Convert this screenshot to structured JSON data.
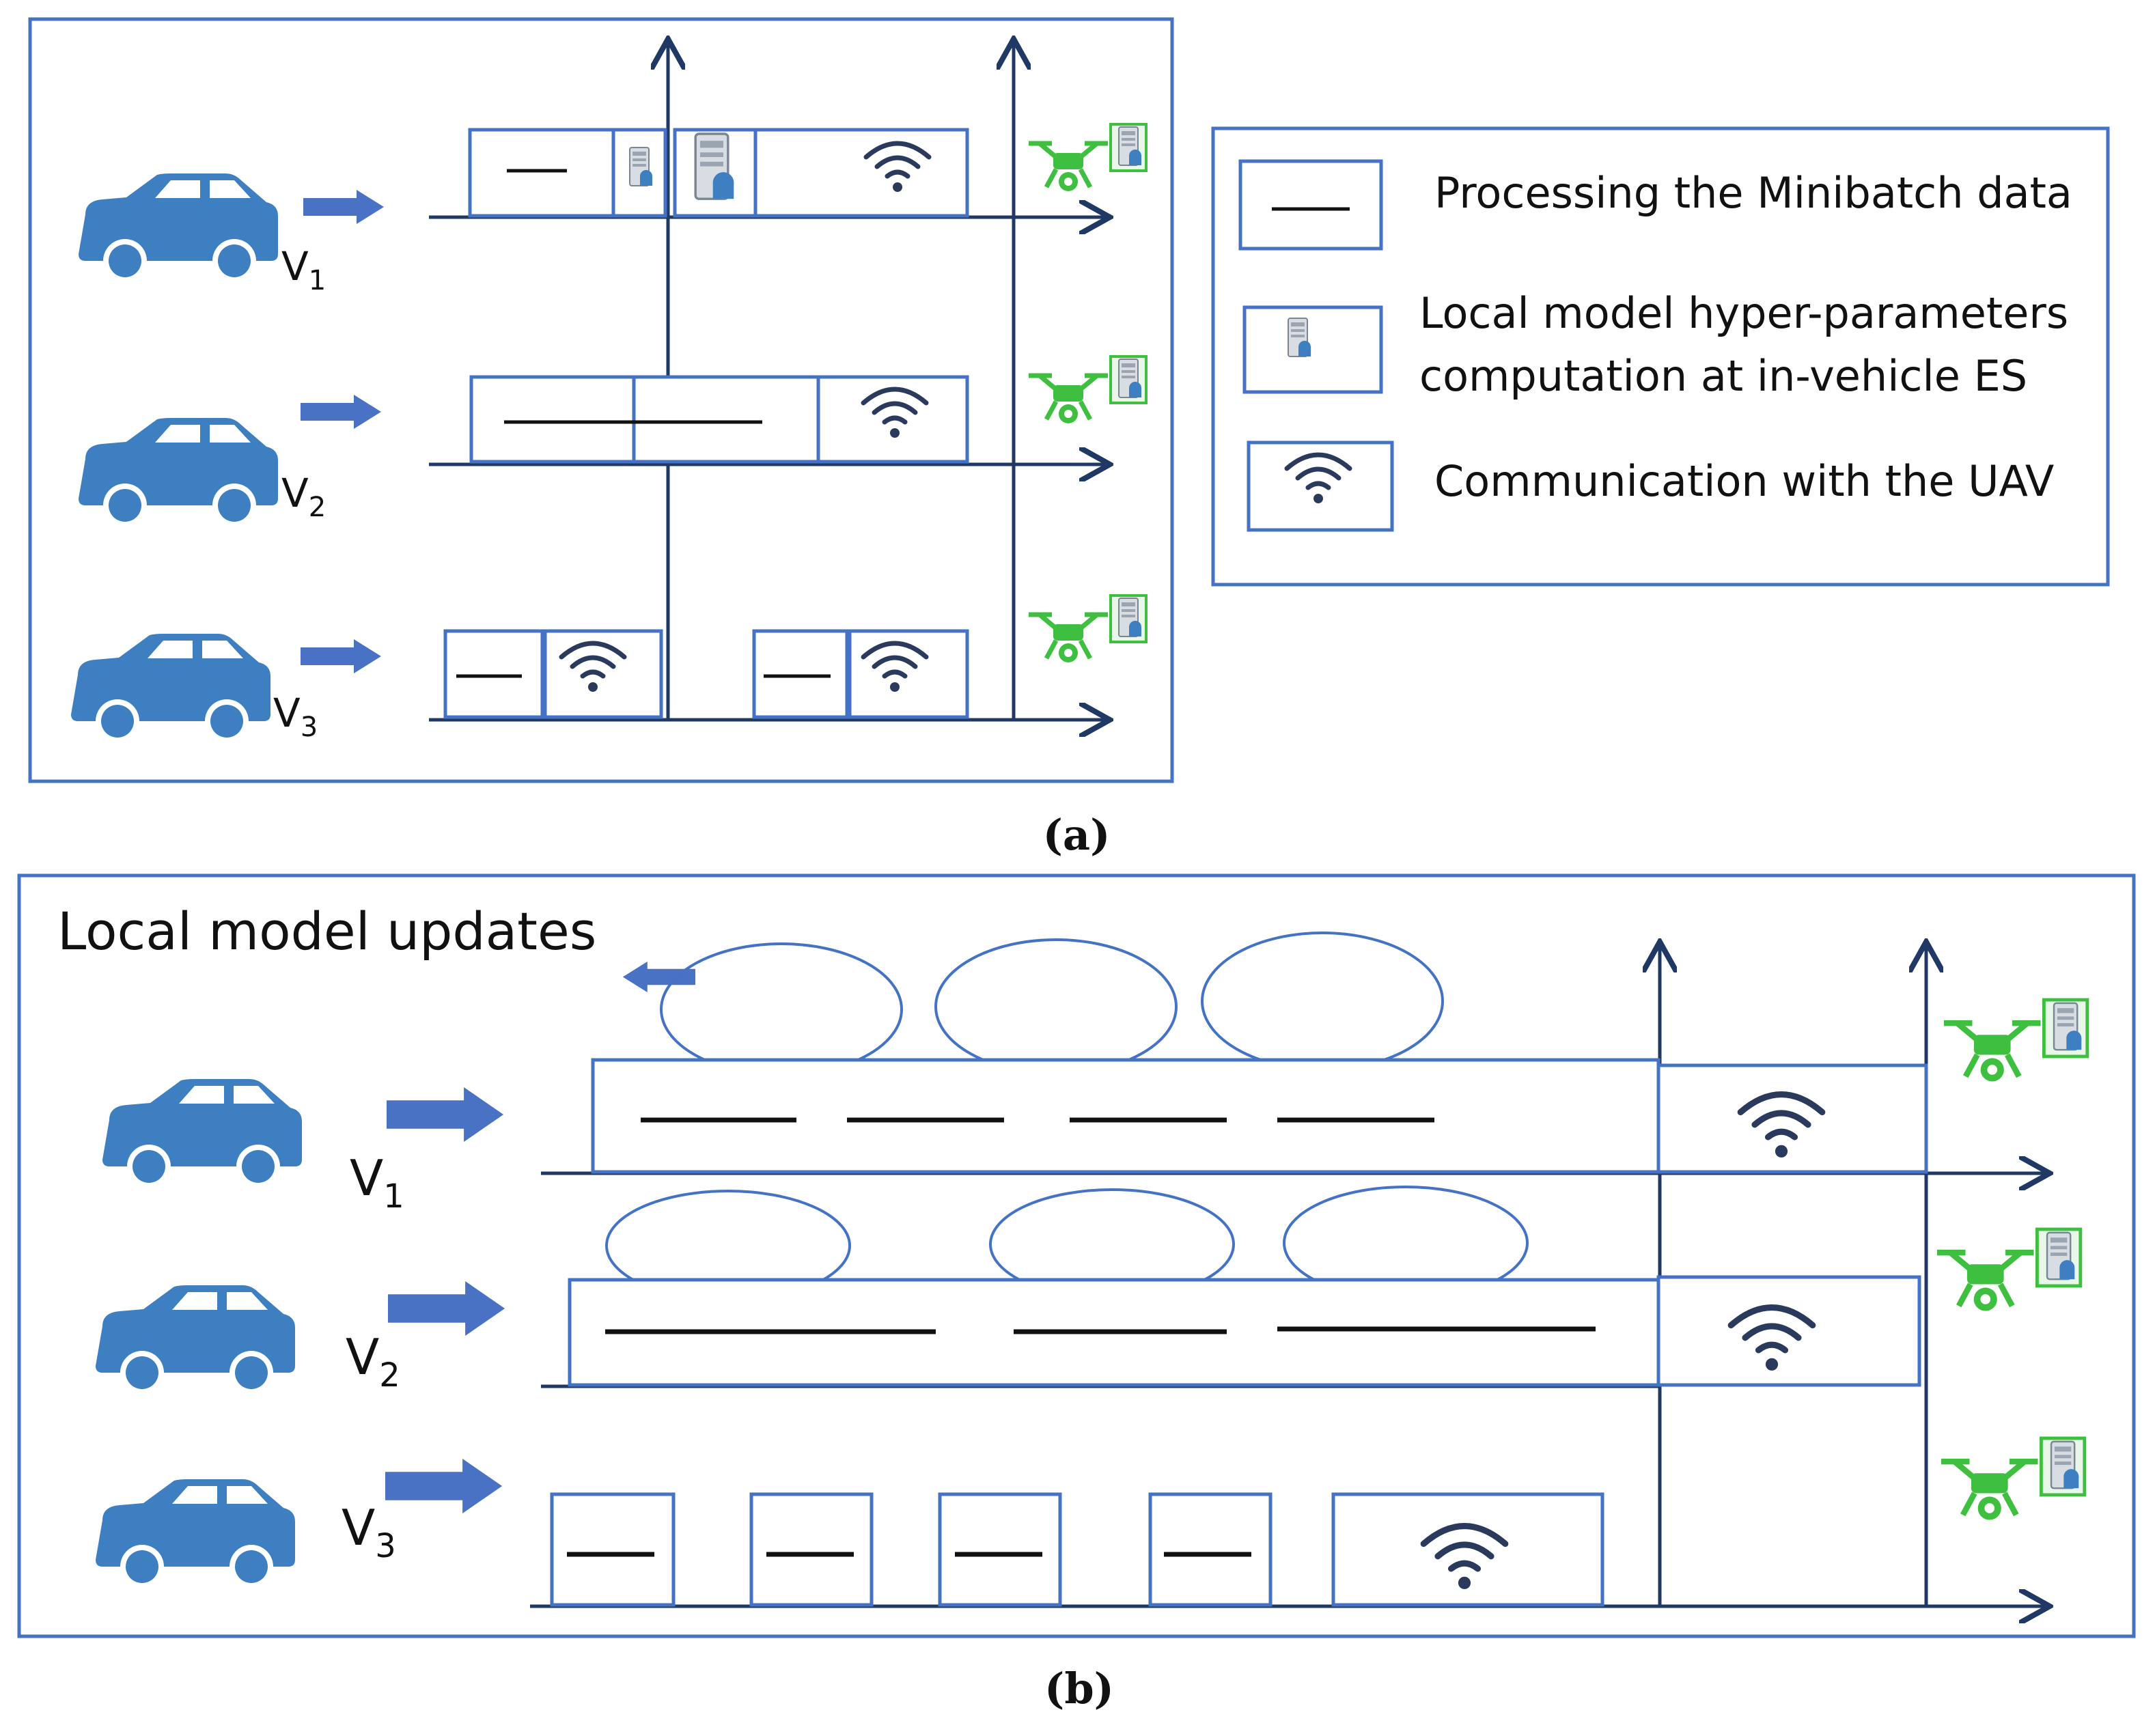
{
  "panel_a": {
    "caption": "(a)",
    "vehicles": [
      "V1",
      "V2",
      "V3"
    ]
  },
  "panel_b": {
    "caption": "(b)",
    "title": "Local model updates",
    "vehicles": [
      "V1",
      "V2",
      "V3"
    ]
  },
  "legend": {
    "items": [
      {
        "icon": "minibatch-line-icon",
        "label": "Processing the Minibatch data"
      },
      {
        "icon": "server-icon",
        "label_line1": "Local model hyper-parameters",
        "label_line2": "computation at in-vehicle ES"
      },
      {
        "icon": "wifi-icon",
        "label": "Communication with the UAV"
      }
    ]
  },
  "colors": {
    "border_blue": "#4472c4",
    "axis_navy": "#1f3864",
    "car_blue": "#3e7fc1",
    "arrow_blue": "#4a72c4",
    "drone_green": "#3fbf3f",
    "wifi_dark": "#2a3a5c"
  }
}
